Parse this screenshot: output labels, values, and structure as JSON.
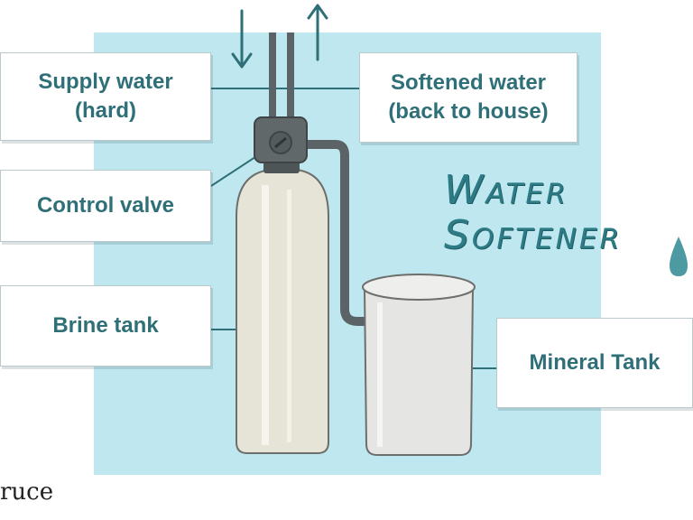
{
  "labels": {
    "supply": "Supply water\n(hard)",
    "softened": "Softened water\n(back to house)",
    "control_valve": "Control valve",
    "brine_tank": "Brine tank",
    "mineral_tank": "Mineral Tank"
  },
  "title": "Water\nSoftener",
  "brand": "ruce",
  "colors": {
    "background_panel": "#bfe7ef",
    "label_text": "#2f6f78",
    "title_text": "#2d7b84",
    "pipe": "#5b6366",
    "tank": "#e6e3d7"
  }
}
